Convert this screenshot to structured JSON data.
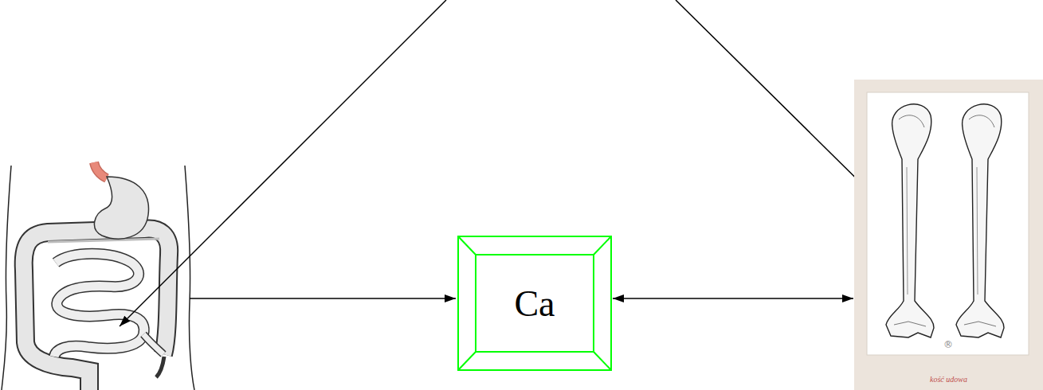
{
  "diagram": {
    "nodes": [
      {
        "text": [
          "Ca"
        ]
      },
      {
        "text": [
          "kość udowa"
        ]
      }
    ],
    "edges": [
      {
        "from": 0,
        "to": 1,
        "arrow": "both"
      }
    ],
    "labels": [
      "®"
    ]
  }
}
